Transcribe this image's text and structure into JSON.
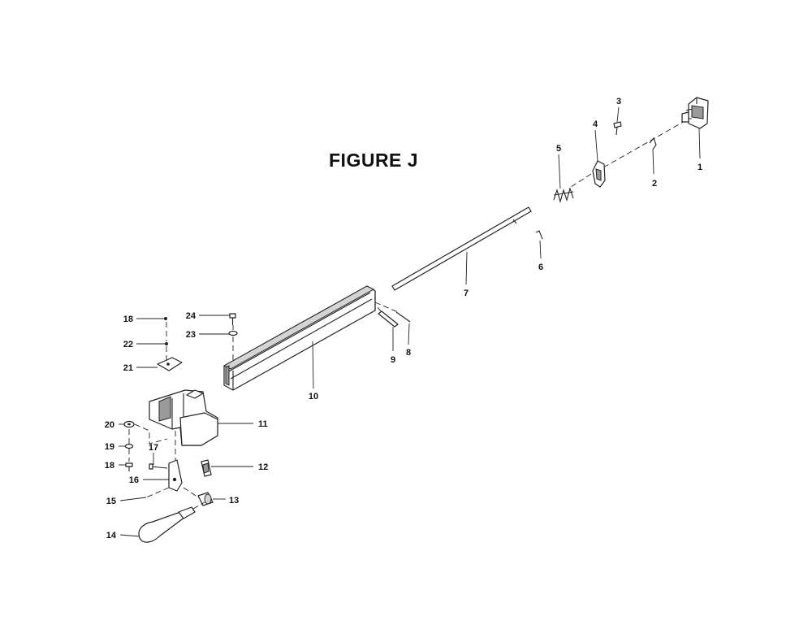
{
  "figure": {
    "title": "FIGURE J"
  },
  "callouts": [
    {
      "id": "1",
      "label": "1"
    },
    {
      "id": "2",
      "label": "2"
    },
    {
      "id": "3",
      "label": "3"
    },
    {
      "id": "4",
      "label": "4"
    },
    {
      "id": "5",
      "label": "5"
    },
    {
      "id": "6",
      "label": "6"
    },
    {
      "id": "7",
      "label": "7"
    },
    {
      "id": "8",
      "label": "8"
    },
    {
      "id": "9",
      "label": "9"
    },
    {
      "id": "10",
      "label": "10"
    },
    {
      "id": "11",
      "label": "11"
    },
    {
      "id": "12",
      "label": "12"
    },
    {
      "id": "13",
      "label": "13"
    },
    {
      "id": "14",
      "label": "14"
    },
    {
      "id": "15",
      "label": "15"
    },
    {
      "id": "16",
      "label": "16"
    },
    {
      "id": "17",
      "label": "17"
    },
    {
      "id": "18a",
      "label": "18"
    },
    {
      "id": "18b",
      "label": "18"
    },
    {
      "id": "19",
      "label": "19"
    },
    {
      "id": "20",
      "label": "20"
    },
    {
      "id": "21",
      "label": "21"
    },
    {
      "id": "22",
      "label": "22"
    },
    {
      "id": "23",
      "label": "23"
    },
    {
      "id": "24",
      "label": "24"
    }
  ]
}
